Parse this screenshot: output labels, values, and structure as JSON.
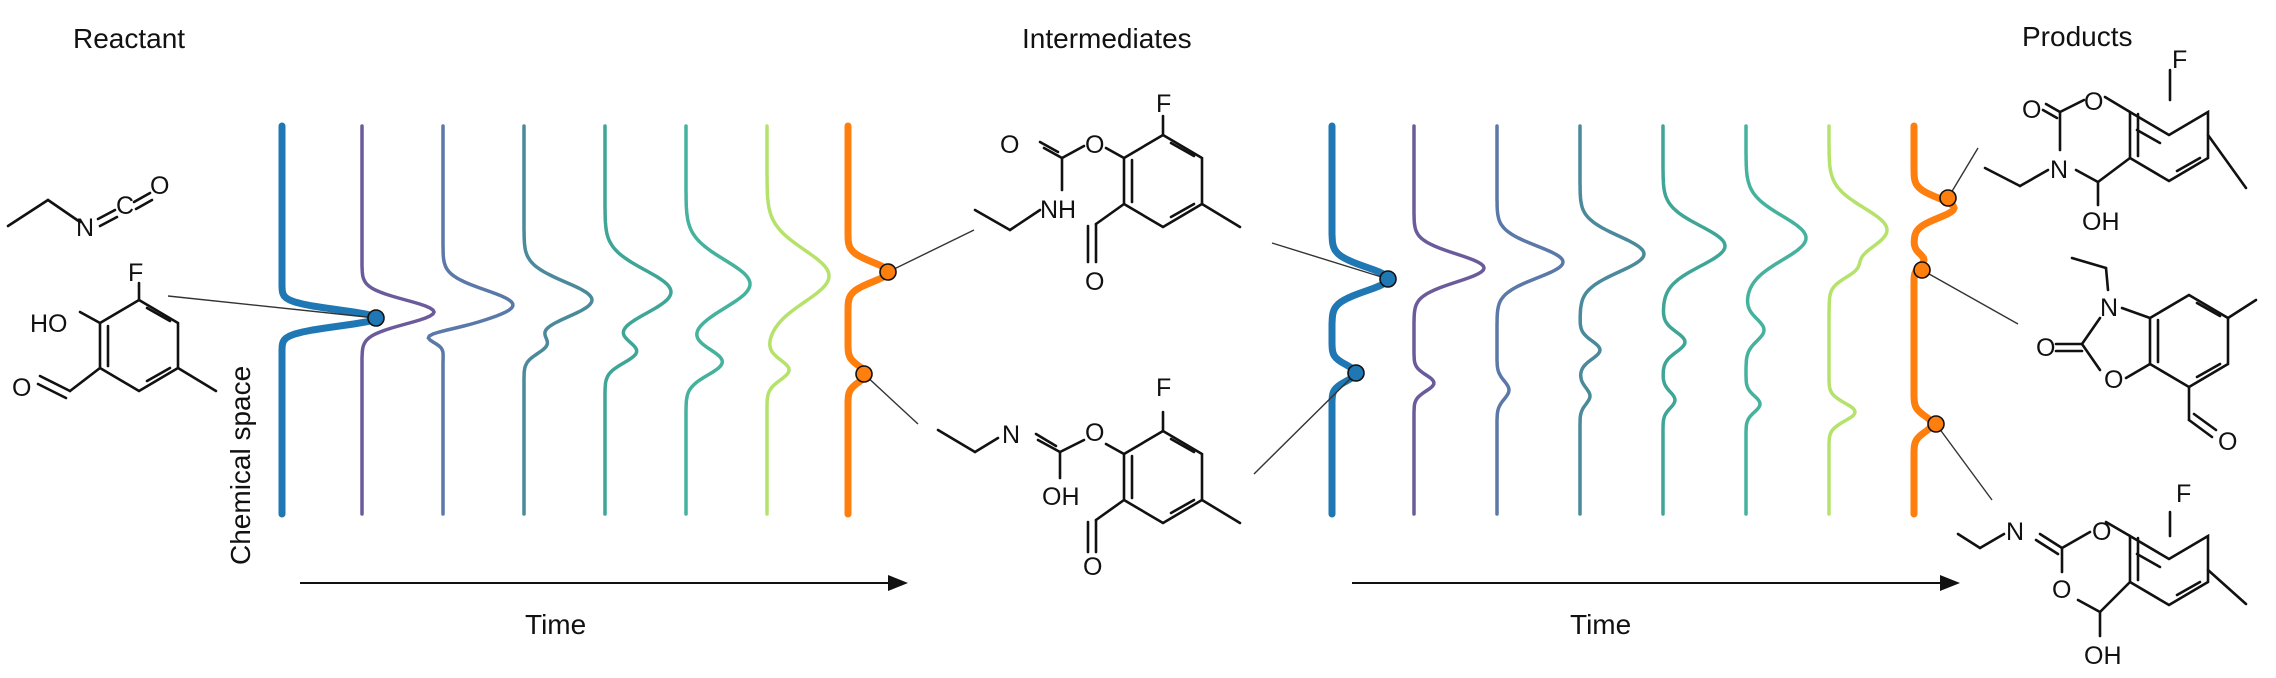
{
  "headers": {
    "reactant": "Reactant",
    "intermediates": "Intermediates",
    "products": "Products"
  },
  "axes": {
    "y_label": "Chemical space",
    "x_label_left": "Time",
    "x_label_right": "Time"
  },
  "atoms": {
    "F": "F",
    "HO": "HO",
    "O": "O",
    "OH": "OH",
    "N": "N",
    "NH": "NH",
    "C": "C"
  },
  "colors": {
    "viridis": [
      "#1f77b4",
      "#6b5b9a",
      "#5a78a8",
      "#4a8a9a",
      "#3fa596",
      "#45b29d",
      "#b5e26a",
      "#ff7f0e"
    ],
    "marker_blue": "#1f77b4",
    "marker_orange": "#ff7f0e",
    "ink": "#111111"
  }
}
